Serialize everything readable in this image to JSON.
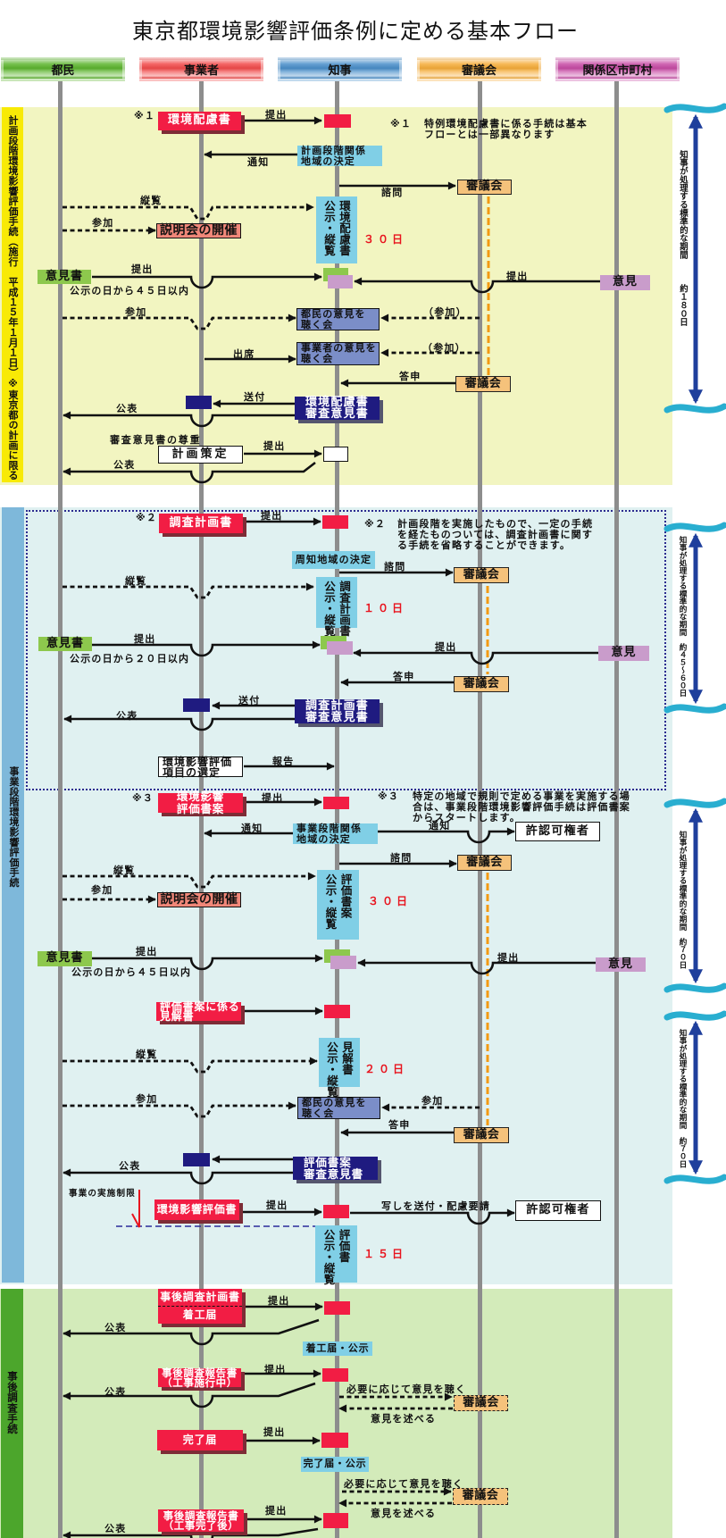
{
  "title": "東京都環境影響評価条例に定める基本フロー",
  "lanes": [
    {
      "label": "都民",
      "color": "#5db52f"
    },
    {
      "label": "事業者",
      "color": "#f24b4b"
    },
    {
      "label": "知事",
      "color": "#4a8fca"
    },
    {
      "label": "審議会",
      "color": "#f6ad3a"
    },
    {
      "label": "関係区市町村",
      "color": "#c84ca6"
    }
  ],
  "sections": {
    "planning": {
      "label": "計画段階環境影響評価手続（施行　平成１５年１月１日）※東京都の計画に限る",
      "color": "#f2f5c1",
      "bar_color": "#f8ea06"
    },
    "business": {
      "label": "事業段階環境影響評価手続",
      "color": "#e0f1f1",
      "bar_color": "#7eb8da"
    },
    "post": {
      "label": "事後調査手続",
      "color": "#d3ebba",
      "bar_color": "#4ca62c"
    }
  },
  "periods": [
    {
      "label": "知事が処理する標準的な期間",
      "duration": "約１８０日"
    },
    {
      "label": "知事が処理する標準的な期間",
      "duration": "約４５～６０日"
    },
    {
      "label": "知事が処理する標準的な期間",
      "duration": "約７０日"
    },
    {
      "label": "知事が処理する標準的な期間",
      "duration": "約７０日"
    }
  ],
  "planning": {
    "doc_mark": "※１",
    "doc": "環境配慮書",
    "doc_submit": "提出",
    "note": {
      "mark": "※１",
      "text": "特例環境配慮書に係る手続は基本\nフローとは一部異なります"
    },
    "area_decision": "計画段階関係\n地域の決定",
    "area_notify": "通知",
    "consult": "諮問",
    "council": "審議会",
    "inspect": "縦覧",
    "join_briefing": "参加",
    "briefing": "説明会の開催",
    "publication": "環境配慮書\n公示・縦覧",
    "publication_days": "３０日",
    "citizen_opinion": "意見書",
    "citizen_submit": "提出",
    "citizen_deadline": "公示の日から４５日以内",
    "municipal_opinion": "意見",
    "municipal_submit": "提出",
    "join_citizen_hearing": "参加",
    "citizen_hearing": "都民の意見を\n聴く会",
    "council_join_citizen": "（参加）",
    "attend": "出席",
    "business_hearing": "事業者の意見を\n聴く会",
    "council_join_business": "（参加）",
    "council_report_label": "答申",
    "council_report": "審議会",
    "send": "送付",
    "review": "環境配慮書\n審査意見書",
    "publish": "公表",
    "respect": "審査意見書の尊重",
    "plan": "計画策定",
    "plan_submit": "提出",
    "plan_publish": "公表"
  },
  "business": {
    "survey": {
      "doc_mark": "※２",
      "doc": "調査計画書",
      "doc_submit": "提出",
      "note": {
        "mark": "※２",
        "text": "計画段階を実施したもので、一定の手続\nを経たものついては、調査計画書に関す\nる手続を省略することができます。"
      },
      "area_decision": "周知地域の決定",
      "consult": "諮問",
      "council": "審議会",
      "inspect": "縦覧",
      "publication": "調査計画書\n公示・縦覧",
      "publication_days": "１０日",
      "citizen_opinion": "意見書",
      "citizen_submit": "提出",
      "citizen_deadline": "公示の日から２０日以内",
      "municipal_opinion": "意見",
      "municipal_submit": "提出",
      "council_report_label": "答申",
      "council_report": "審議会",
      "send": "送付",
      "review": "調査計画書\n審査意見書",
      "publish": "公表",
      "item_selection": "環境影響評価\n項目の選定",
      "item_report": "報告"
    },
    "draft": {
      "doc_mark": "※３",
      "doc": "環境影響\n評価書案",
      "doc_submit": "提出",
      "note": {
        "mark": "※３",
        "text": "特定の地域で規則で定める事業を実施する場\n合は、事業段階環境影響評価手続は評価書案\nからスタートします。"
      },
      "area_decision": "事業段階関係\n地域の決定",
      "area_notify": "通知",
      "authority_notify": "通知",
      "authority": "許認可権者",
      "consult": "諮問",
      "council": "審議会",
      "inspect": "縦覧",
      "join_briefing": "参加",
      "briefing": "説明会の開催",
      "publication": "評価書案\n公示・縦覧",
      "publication_days": "３０日",
      "citizen_opinion": "意見書",
      "citizen_submit": "提出",
      "citizen_deadline": "公示の日から４５日以内",
      "municipal_opinion": "意見",
      "municipal_submit": "提出"
    },
    "statement": {
      "doc": "評価書案に係る\n見解書",
      "publication": "見解書\n公示・縦覧",
      "publication_days": "２０日",
      "inspect": "縦覧",
      "join_hearing": "参加",
      "citizen_hearing": "都民の意見を\n聴く会",
      "council_join": "参加",
      "council_report_label": "答申",
      "council_report": "審議会",
      "review": "評価書案\n審査意見書",
      "publish": "公表"
    },
    "final": {
      "restriction": "事業の実施制限",
      "doc": "環境影響評価書",
      "doc_submit": "提出",
      "authority_send": "写しを送付・配慮要請",
      "authority": "許認可権者",
      "publication": "評価書\n公示・縦覧",
      "publication_days": "１５日"
    }
  },
  "post": {
    "start": {
      "doc_top": "事後調査計画書",
      "doc_bottom": "着工届",
      "submit": "提出",
      "publish": "公表",
      "notice": "着工届・公示"
    },
    "interim": {
      "doc": "事後調査報告書\n（工事施行中）",
      "submit": "提出",
      "publish": "公表",
      "hear": "必要に応じて意見を聴く",
      "council": "審議会",
      "respond": "意見を述べる"
    },
    "completion": {
      "doc": "完了届",
      "submit": "提出",
      "notice": "完了届・公示",
      "hear": "必要に応じて意見を聴く",
      "council": "審議会",
      "respond": "意見を述べる"
    },
    "final": {
      "doc": "事後調査報告書\n（工事完了後）",
      "submit": "提出",
      "publish": "公表"
    }
  }
}
